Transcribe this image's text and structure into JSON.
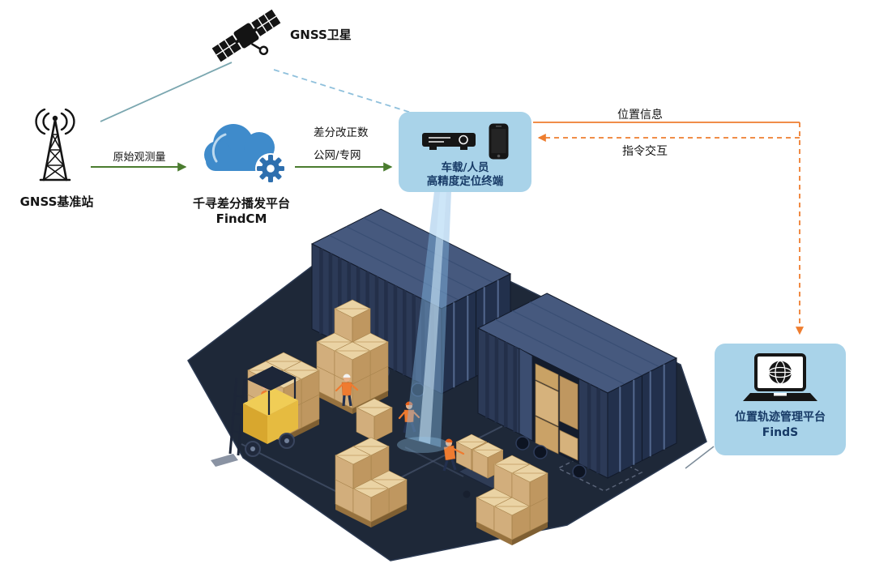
{
  "page": {
    "background": "#ffffff"
  },
  "nodes": {
    "satellite": {
      "label": "GNSS卫星",
      "icon": "satellite-icon"
    },
    "base_station": {
      "label": "GNSS基准站",
      "icon": "radio-tower-icon"
    },
    "cloud_platform": {
      "title": "千寻差分播发平台",
      "subtitle": "FindCM",
      "icon": "cloud-gear-icon"
    },
    "terminal": {
      "title": "车载/人员",
      "subtitle": "高精度定位终端",
      "icons": [
        "receiver-box-icon",
        "smartphone-icon"
      ],
      "panel_color": "#a9d3e9"
    },
    "management_platform": {
      "title": "位置轨迹管理平台",
      "subtitle": "FindS",
      "icon": "laptop-globe-icon",
      "panel_color": "#a9d3e9"
    }
  },
  "edges": {
    "satellite_to_base": {
      "style": "solid",
      "color": "#7ba7b0"
    },
    "satellite_to_terminal": {
      "style": "dashed",
      "color": "#8fc0dc"
    },
    "raw_observation": {
      "label": "原始观测量",
      "color": "#4a7c2f"
    },
    "corrections": {
      "label_line1": "差分改正数",
      "label_line2": "公网/专网",
      "color": "#4a7c2f"
    },
    "position_info": {
      "label": "位置信息",
      "color": "#ee7d2f"
    },
    "command_interaction": {
      "label": "指令交互",
      "color": "#ee7d2f"
    }
  },
  "scene": {
    "description": "isometric warehouse yard: two navy shipping containers, tan box pallets, yellow forklift, workers, pallet jack, blue positioning beam"
  },
  "colors": {
    "panel_blue": "#a9d3e9",
    "text_navy": "#173a66",
    "cloud_blue": "#3f8bcb",
    "gear_blue": "#2e6fae",
    "arrow_green": "#4a7c2f",
    "arrow_orange": "#ee7d2f",
    "link_teal": "#7ba7b0",
    "link_blue_dashed": "#8fc0dc",
    "platform_dark": "#1e2838",
    "container_navy": "#2c3a57",
    "box_tan": "#d2ae7c",
    "forklift_yellow": "#e6bb40"
  }
}
